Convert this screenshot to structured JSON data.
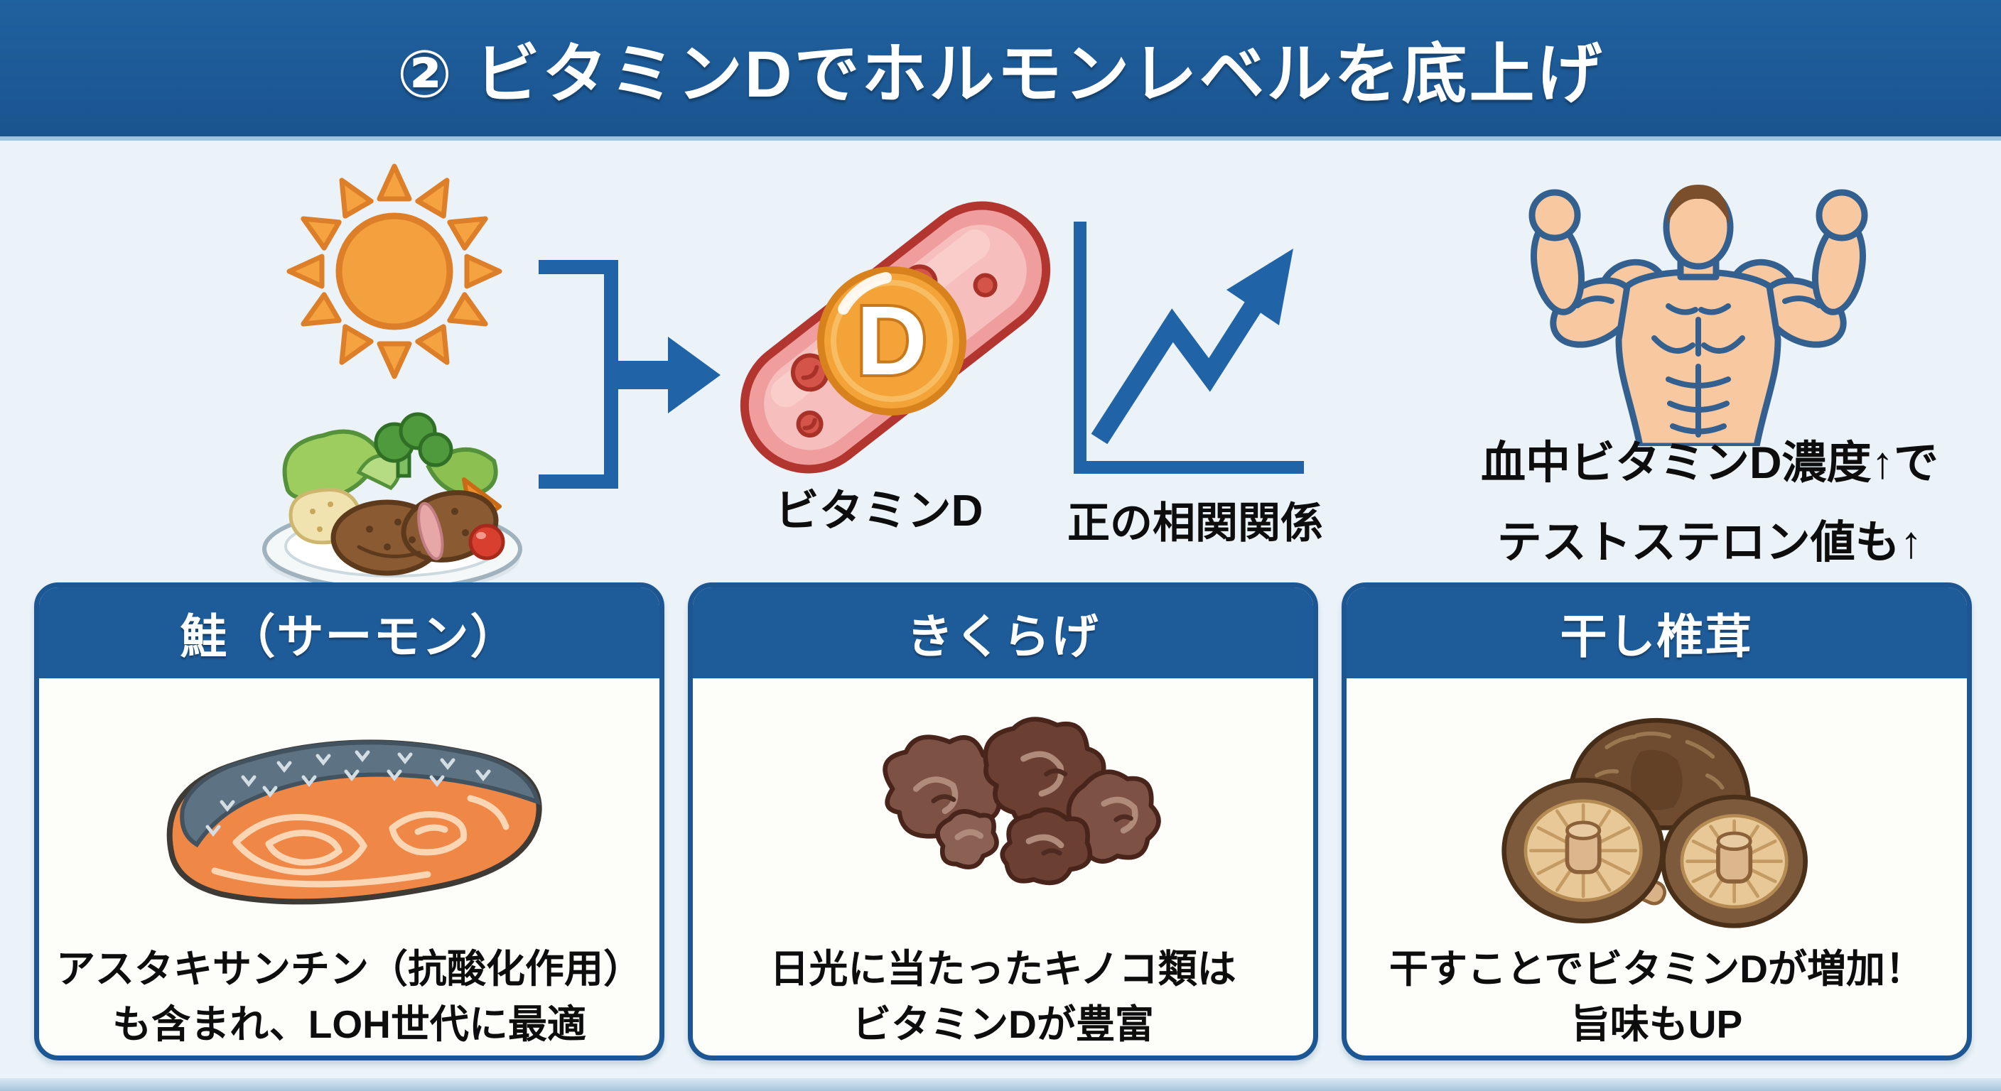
{
  "title": "② ビタミンDでホルモンレベルを底上げ",
  "flow": {
    "sun_icon": "sun",
    "meal_icon": "meal-plate",
    "vitamin_badge": "D",
    "vitamin_label": "ビタミンD",
    "correlation_label": "正の相関関係",
    "result_caption_line1": "血中ビタミンD濃度↑で",
    "result_caption_line2": "テストステロン値も↑"
  },
  "cards": [
    {
      "title": "鮭（サーモン）",
      "image": "salmon-fillet",
      "caption_line1": "アスタキサンチン（抗酸化作用）",
      "caption_line2": "も含まれ、LOH世代に最適"
    },
    {
      "title": "きくらげ",
      "image": "wood-ear-mushroom",
      "caption_line1": "日光に当たったキノコ類は",
      "caption_line2": "ビタミンDが豊富"
    },
    {
      "title": "干し椎茸",
      "image": "dried-shiitake",
      "caption_line1": "干すことでビタミンDが増加！",
      "caption_line2": "旨味もUP"
    }
  ],
  "colors": {
    "header_blue": "#1e5b99",
    "accent_blue": "#2063a6",
    "background": "#ebf3f8",
    "card_body": "#fdfdfa",
    "text_black": "#0d0d0d",
    "sun_orange": "#f2a13e",
    "vitamin_coin_orange": "#f3a337",
    "blood_vessel_red": "#b23530",
    "salmon_orange": "#ef8746",
    "mushroom_brown": "#6b4033"
  }
}
